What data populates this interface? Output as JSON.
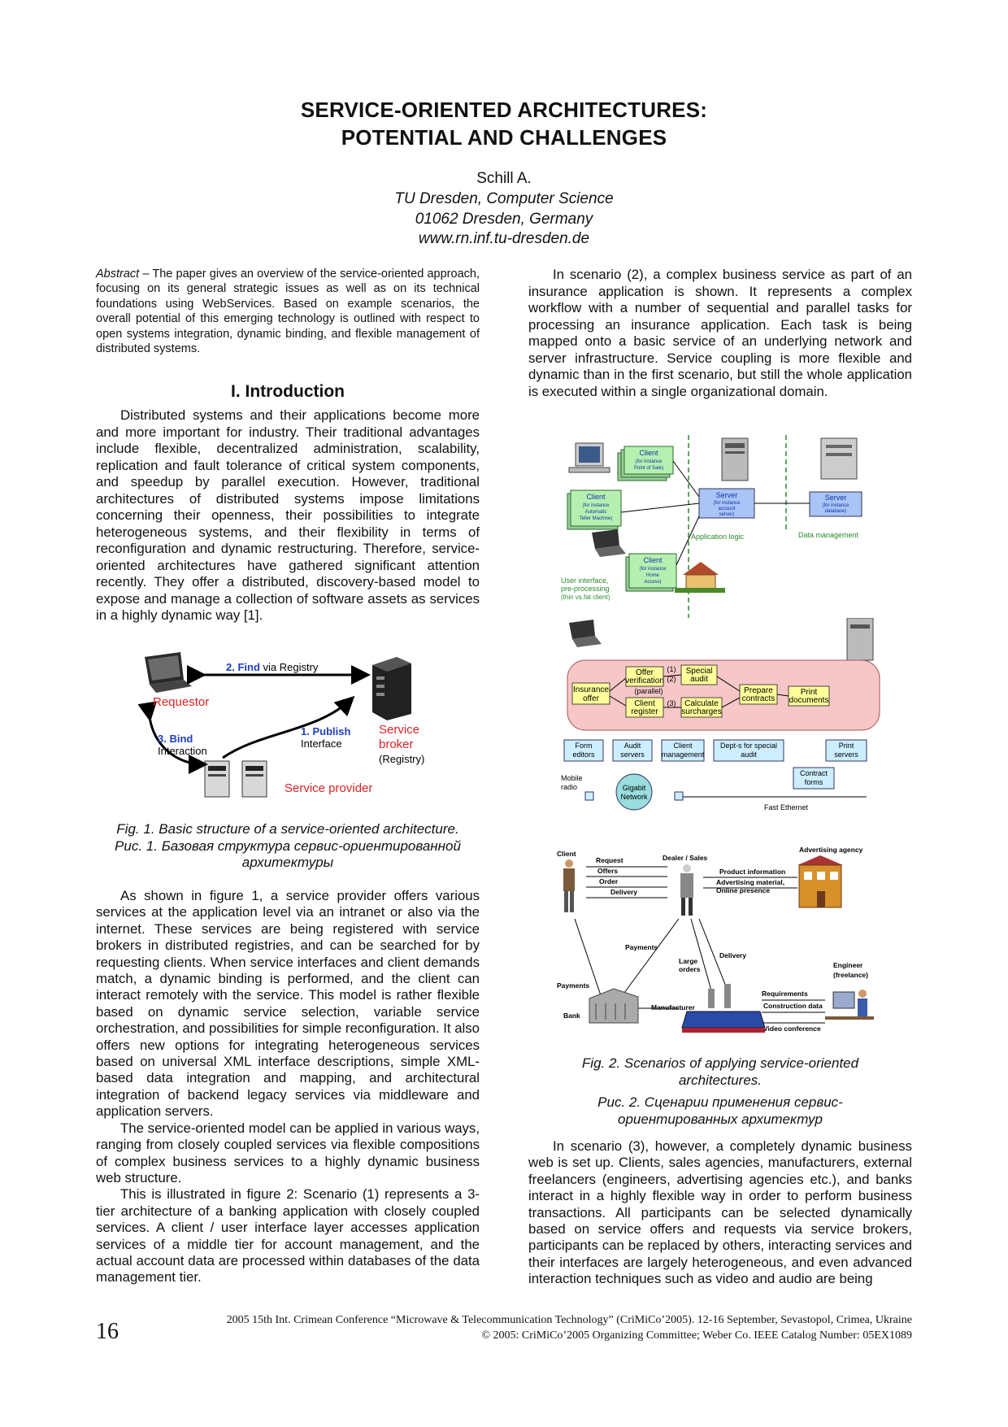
{
  "title": {
    "line1": "SERVICE-ORIENTED ARCHITECTURES:",
    "line2": "POTENTIAL AND CHALLENGES"
  },
  "author": "Schill A.",
  "affiliation": {
    "line1": "TU Dresden, Computer Science",
    "line2": "01062 Dresden, Germany",
    "line3": "www.rn.inf.tu-dresden.de"
  },
  "abstract": {
    "label": "Abstract",
    "text": " – The paper gives an overview of the service-oriented approach, focusing on its general strategic issues as well as on its technical foundations using WebServices. Based on example scenarios, the overall potential of this emerging technology is outlined with respect to open systems integration, dynamic binding, and flexible management of distributed systems."
  },
  "section_heading": "I. Introduction",
  "left_col_top": [
    "Distributed systems and their applications become more and more important for industry. Their traditional advantages include flexible, decentralized administration, scalability, replication and fault tolerance of critical system components, and speedup by parallel execution. However, traditional architectures of distributed systems impose limitations concerning their openness, their possibilities to integrate heterogeneous systems, and their flexibility in terms of reconfiguration and dynamic restructuring. Therefore, service-oriented architectures have gathered significant attention recently. They offer a distributed, discovery-based model to expose and manage a collection of software assets as services in a highly dynamic way [1]."
  ],
  "fig1": {
    "find_num": "2. Find",
    "find_rest": " via Registry",
    "requestor": "Requestor",
    "bind_num": "3. Bind",
    "bind_rest": "Interaction",
    "publish_num": "1. Publish",
    "publish_rest": "Interface",
    "broker1": "Service",
    "broker2": "broker",
    "broker3": "(Registry)",
    "provider": "Service provider",
    "caption_en": "Fig. 1. Basic structure of a service-oriented architecture.",
    "caption_ru1": "Рис. 1. Базовая структура сервис-ориентированной",
    "caption_ru2": "архитектуры"
  },
  "left_col_bottom": [
    "As shown in figure 1, a service provider offers various services at the application level via an intranet or also via the internet. These services are being registered with service brokers in distributed registries, and can be searched for by requesting clients. When service interfaces and client demands match, a dynamic binding is performed, and the client can interact remotely with the service. This model is rather flexible based on dynamic service selection, variable service orchestration, and possibilities for simple reconfiguration. It also offers new options for integrating heterogeneous services based on universal XML interface descriptions, simple XML-based data integration and mapping, and architectural integration of backend legacy services via middleware and application servers.",
    "The service-oriented model can be applied in various ways, ranging from closely coupled services via flexible compositions of complex business services to a highly dynamic business web structure.",
    "This is illustrated in figure 2: Scenario (1) represents a 3-tier architecture of a banking application with closely coupled services. A client / user interface layer accesses application services of a middle tier for account management, and the actual account data are processed within databases of the data management tier."
  ],
  "right_col_top": [
    "In scenario (2), a complex business service as part of an insurance application is shown. It represents a complex workflow with a number of sequential and parallel tasks for processing an insurance application. Each task is being mapped onto a basic service of an underlying network and server infrastructure. Service coupling is more flexible and dynamic than in the first scenario, but still the whole application is executed within a single organizational domain."
  ],
  "fig2": {
    "s1": {
      "client_pos": "Client",
      "client_pos_sub1": "(for instance",
      "client_pos_sub2": "Point of Sale)",
      "client_atm": "Client",
      "client_atm_sub1": "(for instance",
      "client_atm_sub2": "Automatic",
      "client_atm_sub3": "Teller Machine)",
      "client_home": "Client",
      "client_home_sub1": "(for instance",
      "client_home_sub2": "Home",
      "client_home_sub3": "Access)",
      "server_acc": "Server",
      "server_acc_sub1": "(for instance",
      "server_acc_sub2": "account",
      "server_acc_sub3": "server)",
      "server_db": "Server",
      "server_db_sub1": "(for instance",
      "server_db_sub2": "database)",
      "app_logic": "Application logic",
      "data_mgmt": "Data management",
      "ui1": "User interface,",
      "ui2": "pre-processing",
      "ui3": "(thin vs.fat client)"
    },
    "s2": {
      "insurance1": "Insurance",
      "insurance2": "offer",
      "offer1": "Offer",
      "offer2": "verification",
      "n1": "(1)",
      "n2": "(2)",
      "n3": "(3)",
      "parallel": "(parallel)",
      "special1": "Special",
      "special2": "audit",
      "client1": "Client",
      "client2": "register",
      "calc1": "Calculate",
      "calc2": "surcharges",
      "prep1": "Prepare",
      "prep2": "contracts",
      "print1": "Print",
      "print2": "documents",
      "form1": "Form",
      "form2": "editors",
      "audit1": "Audit",
      "audit2": "servers",
      "cm1": "Client",
      "cm2": "management",
      "dept1": "Dept-s for special",
      "dept2": "audit",
      "ps1": "Print",
      "ps2": "servers",
      "cf1": "Contract",
      "cf2": "forms",
      "mobile1": "Mobile",
      "mobile2": "radio",
      "gig1": "Gigabit",
      "gig2": "Network",
      "fast": "Fast Ethernet"
    },
    "s3": {
      "client": "Client",
      "request": "Request",
      "offers": "Offers",
      "order": "Order",
      "delivery": "Delivery",
      "dealer": "Dealer / Sales",
      "prodinfo": "Product information",
      "advmat": "Advertising material,",
      "online": "Online presence",
      "agency": "Advertising agency",
      "payments1": "Payments",
      "payments2": "Payments",
      "large1": "Large",
      "large2": "orders",
      "delivery2": "Delivery",
      "engineer1": "Engineer",
      "engineer2": "(freelance)",
      "requirements": "Requirements",
      "construction": "Construction data",
      "video": "Video conference",
      "bank": "Bank",
      "manufacturer": "Manufacturer"
    },
    "caption_en1": "Fig. 2. Scenarios of applying service-oriented",
    "caption_en2": "architectures.",
    "caption_ru1": "Рис. 2. Сценарии применения сервис-",
    "caption_ru2": "ориентированных архитектур"
  },
  "right_col_bottom": [
    "In scenario (3), however, a completely dynamic business web is set up. Clients, sales agencies, manufacturers, external freelancers (engineers, advertising agencies etc.), and banks interact in a highly flexible way in order to perform business transactions. All participants can be selected dynamically based on service offers and requests via service brokers, participants can be replaced by others, interacting services and their interfaces are largely heterogeneous, and even advanced interaction techniques such as video and audio are being"
  ],
  "footer": {
    "page_number": "16",
    "line1": "2005 15th Int. Crimean Conference “Microwave & Telecommunication Technology” (CriMiCo’2005). 12-16 September, Sevastopol, Crimea, Ukraine",
    "line2": "© 2005: CriMiCo’2005 Organizing Committee; Weber Co. IEEE Catalog Number: 05EX1089"
  }
}
